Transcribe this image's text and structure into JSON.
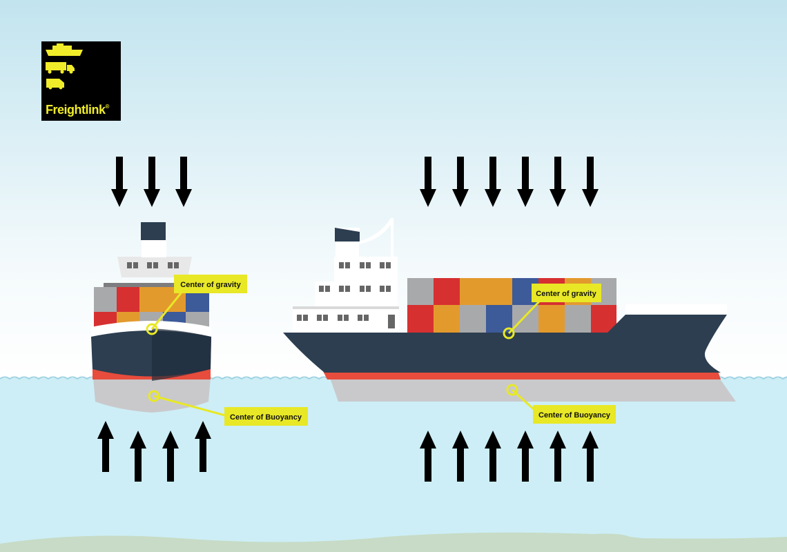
{
  "brand": {
    "name": "Freightlink",
    "mark": "®",
    "icons": [
      "ferry-icon",
      "truck-icon",
      "van-icon"
    ]
  },
  "labels": {
    "gravity": "Center of gravity",
    "buoyancy": "Center of Buoyancy"
  },
  "diagram": {
    "small_ship": {
      "gravity_arrows": 3,
      "buoyancy_arrows": 4
    },
    "large_ship": {
      "gravity_arrows": 6,
      "buoyancy_arrows": 6
    }
  },
  "colors": {
    "sky": "#c4e6f0",
    "sea": "#cdeef6",
    "hull": "#2c3e50",
    "waterline": "#e74c3c",
    "underwater_hull": "#c9c9cc",
    "label_bg": "#e8e826",
    "logo_bg": "#000000",
    "logo_yellow": "#f0ec2a",
    "container_colors": [
      "#a8a9ab",
      "#d63031",
      "#e39a2d",
      "#3d5a99"
    ]
  }
}
